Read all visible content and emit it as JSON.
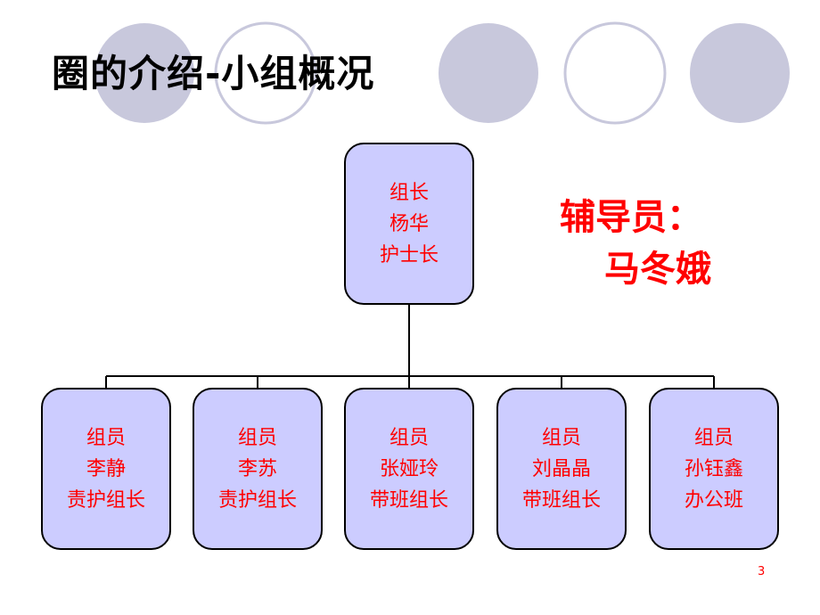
{
  "slide": {
    "title": "圈的介绍-小组概况",
    "page_number": "3"
  },
  "advisor": {
    "label": "辅导员：",
    "name": "马冬娥"
  },
  "leader": {
    "role": "组长",
    "name": "杨华",
    "position": "护士长"
  },
  "members": [
    {
      "role": "组员",
      "name": "李静",
      "position": "责护组长"
    },
    {
      "role": "组员",
      "name": "李苏",
      "position": "责护组长"
    },
    {
      "role": "组员",
      "name": "张娅玲",
      "position": "带班组长"
    },
    {
      "role": "组员",
      "name": "刘晶晶",
      "position": "带班组长"
    },
    {
      "role": "组员",
      "name": "孙钰鑫",
      "position": "办公班"
    }
  ],
  "colors": {
    "node_fill": "#ccccff",
    "node_text": "#ff0000",
    "advisor_text": "#ff0000",
    "deco_circle": "#c8c8dc"
  }
}
